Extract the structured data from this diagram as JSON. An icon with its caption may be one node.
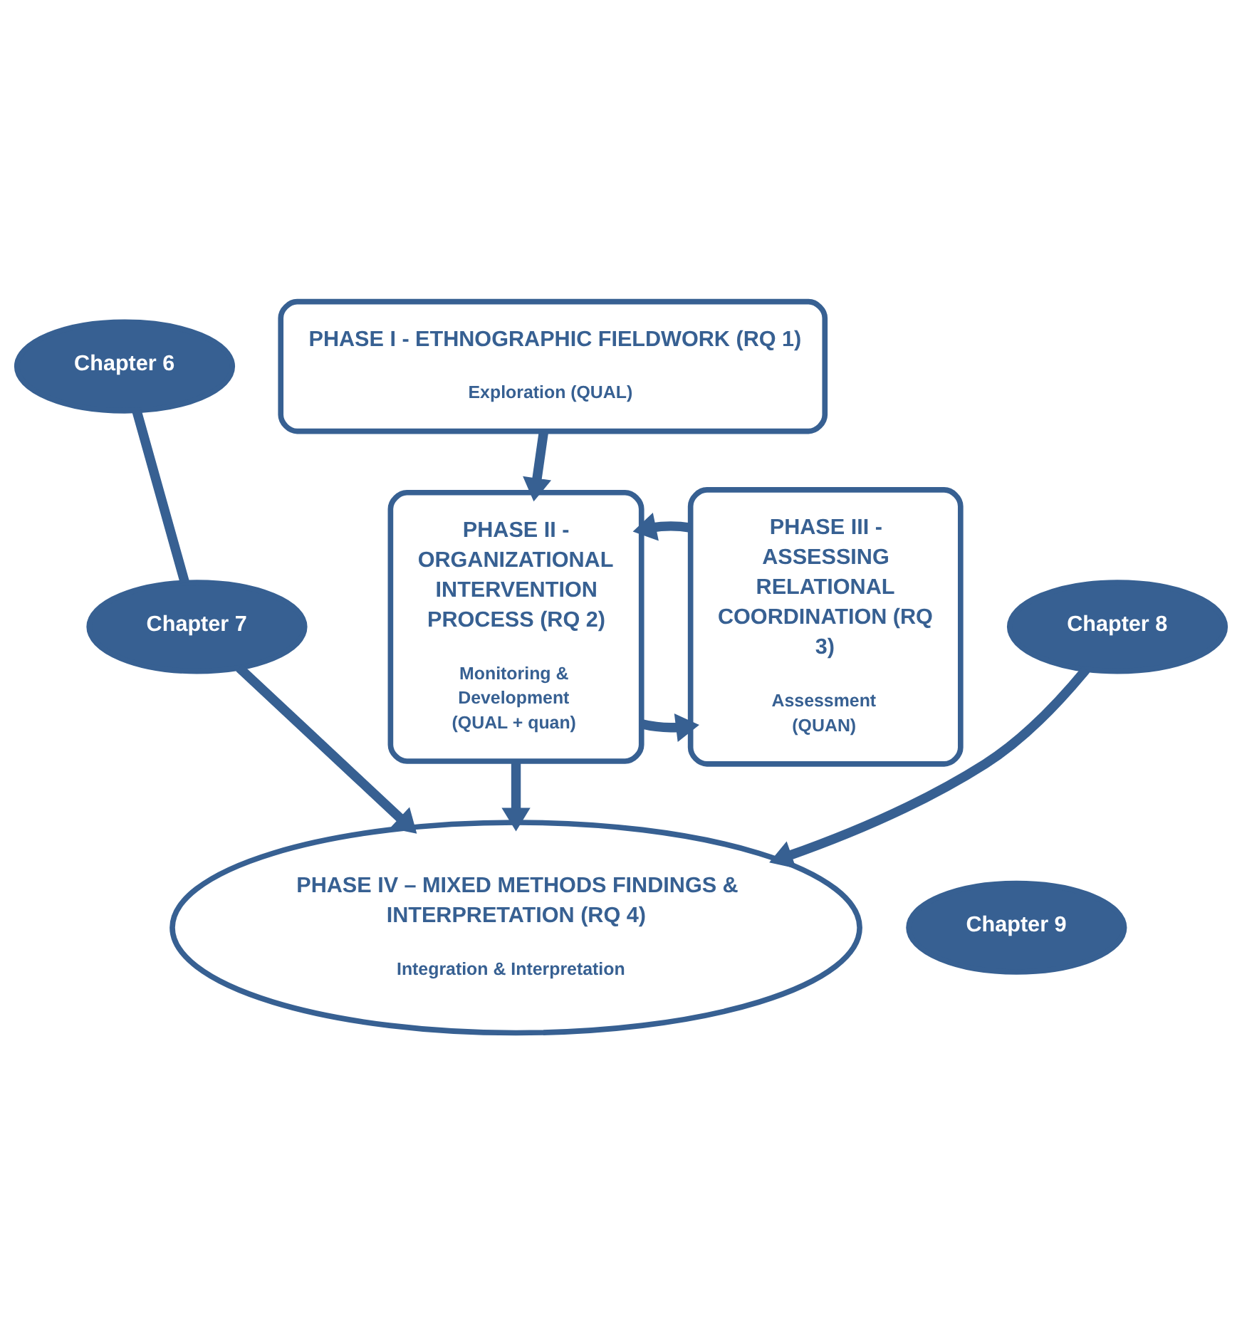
{
  "diagram": {
    "nodes": [
      {
        "text": [
          "PHASE I - ETHNOGRAPHIC FIELDWORK (RQ 1)",
          "Exploration (QUAL)"
        ]
      },
      {
        "text": [
          "Chapter 6"
        ]
      },
      {
        "text": [
          "PHASE II - ORGANIZATIONAL INTERVENTION PROCESS (RQ 2)",
          "Monitoring & Development (QUAL + quan)"
        ]
      },
      {
        "text": [
          "PHASE III - ASSESSING RELATIONAL COORDINATION (RQ 3)",
          "Assessment (QUAN)"
        ]
      },
      {
        "text": [
          "Chapter 7"
        ]
      },
      {
        "text": [
          "Chapter 8"
        ]
      },
      {
        "text": [
          "PHASE IV – MIXED METHODS FINDINGS & INTERPRETATION (RQ 4)",
          "Integration & Interpretation"
        ]
      },
      {
        "text": [
          "Chapter 9"
        ]
      }
    ],
    "edges": [
      {
        "from": 0,
        "to": 2,
        "arrow": "to"
      },
      {
        "from": 2,
        "to": 3,
        "arrow": "to"
      },
      {
        "from": 3,
        "to": 2,
        "arrow": "to"
      },
      {
        "from": 1,
        "to": 4,
        "arrow": "none"
      },
      {
        "from": 4,
        "to": 6,
        "arrow": "to"
      },
      {
        "from": 2,
        "to": 6,
        "arrow": "to"
      },
      {
        "from": 5,
        "to": 6,
        "arrow": "to"
      }
    ]
  }
}
